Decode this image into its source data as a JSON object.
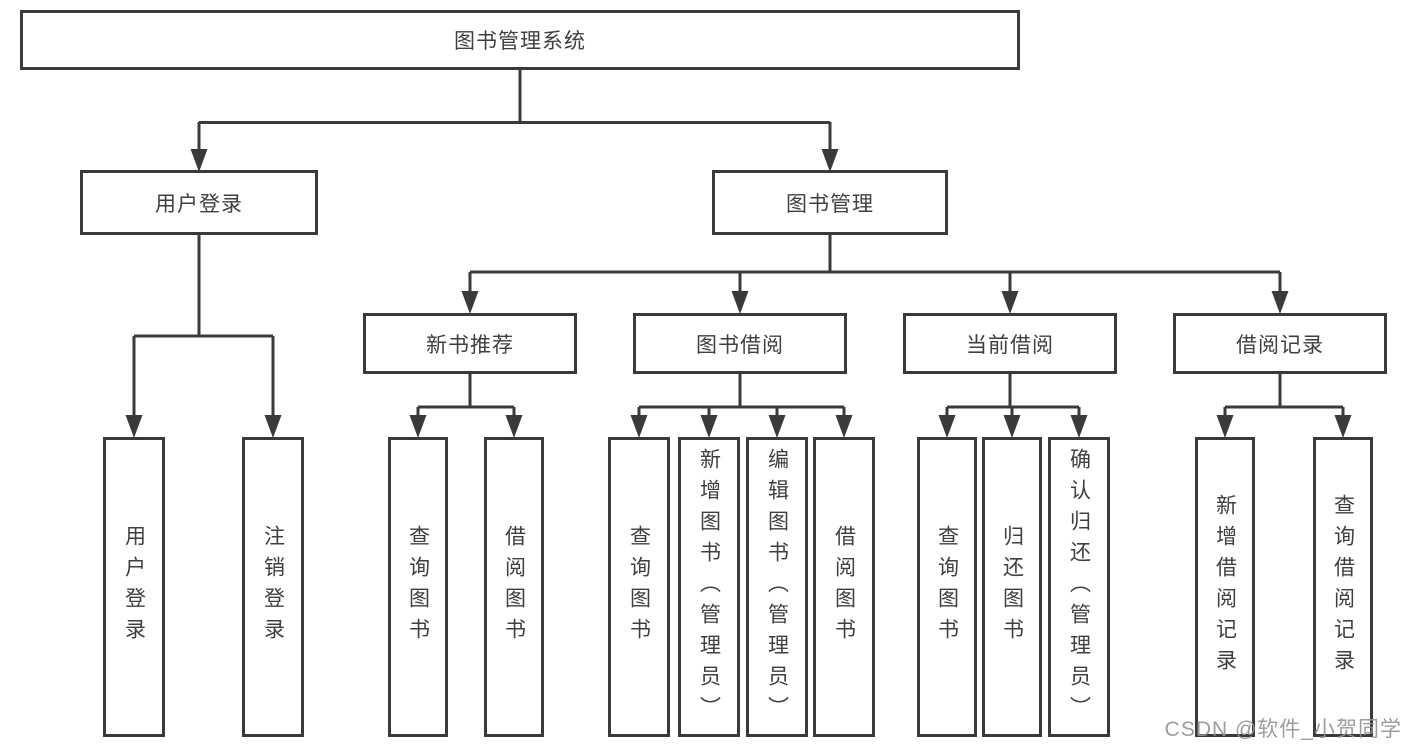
{
  "diagram": {
    "root": {
      "label": "图书管理系统"
    },
    "level2": [
      {
        "label": "用户登录"
      },
      {
        "label": "图书管理"
      }
    ],
    "level3": [
      {
        "label": "新书推荐",
        "parent": "图书管理"
      },
      {
        "label": "图书借阅",
        "parent": "图书管理"
      },
      {
        "label": "当前借阅",
        "parent": "图书管理"
      },
      {
        "label": "借阅记录",
        "parent": "图书管理"
      }
    ],
    "leaves": [
      {
        "label": "用户登录",
        "parent": "用户登录"
      },
      {
        "label": "注销登录",
        "parent": "用户登录"
      },
      {
        "label": "查询图书",
        "parent": "新书推荐"
      },
      {
        "label": "借阅图书",
        "parent": "新书推荐"
      },
      {
        "label": "查询图书",
        "parent": "图书借阅"
      },
      {
        "label": "新增图书（管理员）",
        "parent": "图书借阅"
      },
      {
        "label": "编辑图书（管理员）",
        "parent": "图书借阅"
      },
      {
        "label": "借阅图书",
        "parent": "图书借阅"
      },
      {
        "label": "查询图书",
        "parent": "当前借阅"
      },
      {
        "label": "归还图书",
        "parent": "当前借阅"
      },
      {
        "label": "确认归还（管理员）",
        "parent": "当前借阅"
      },
      {
        "label": "新增借阅记录",
        "parent": "借阅记录"
      },
      {
        "label": "查询借阅记录",
        "parent": "借阅记录"
      }
    ]
  },
  "watermark": {
    "text": "CSDN @软件_小贺同学"
  },
  "colors": {
    "line": "#3a3a3a",
    "box_border": "#3a3a3a",
    "box_fill": "#ffffff",
    "text": "#3f3f3f",
    "watermark": "#949499",
    "background": "#ffffff"
  }
}
